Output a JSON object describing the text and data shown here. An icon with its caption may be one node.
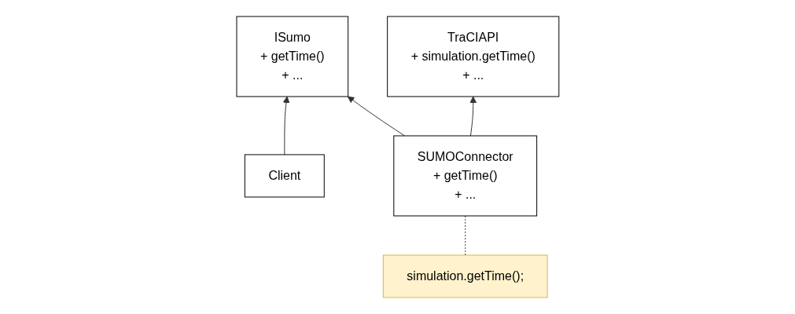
{
  "diagram": {
    "nodes": [
      {
        "text": [
          "Client"
        ]
      },
      {
        "text": [
          "ISumo",
          "+ getTime()",
          "+ ..."
        ]
      },
      {
        "text": [
          "TraCIAPI",
          "+ simulation.getTime()",
          "+ ..."
        ]
      },
      {
        "text": [
          "SUMOConnector",
          "+ getTime()",
          "+ ..."
        ]
      },
      {
        "text": [
          "simulation.getTime();"
        ]
      }
    ],
    "edges": [
      {
        "from": 0,
        "to": 1,
        "arrow": "to"
      },
      {
        "from": 3,
        "to": 1,
        "arrow": "to"
      },
      {
        "from": 3,
        "to": 2,
        "arrow": "to"
      },
      {
        "from": 4,
        "to": 3,
        "arrow": "none",
        "style": "dashed"
      }
    ]
  }
}
